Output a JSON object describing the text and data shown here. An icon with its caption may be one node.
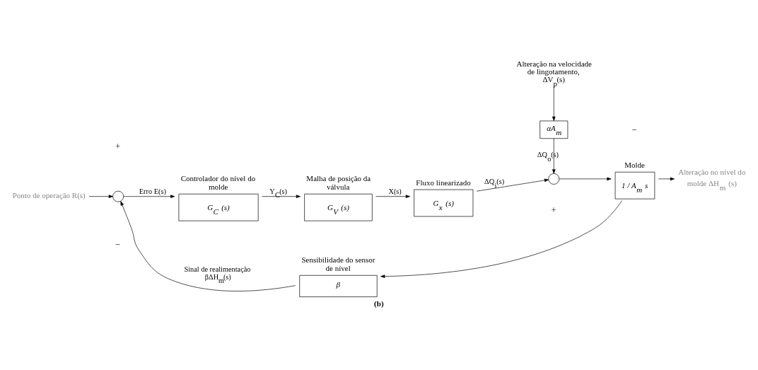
{
  "diagram": {
    "caption": "(b)",
    "nodes": [
      {
        "text": [
          "Alteração na velocidade de lingotamento, ΔV$_{p}$(s)"
        ]
      },
      {
        "text": [
          "αA$_{m}$"
        ]
      },
      {
        "text": [
          "Ponto de operação R(s)"
        ]
      },
      {
        "text": [],
        "shape": "circle"
      },
      {
        "text": [
          "G$_{C}$ (s)"
        ],
        "beside": [
          "Controlador do nível do molde"
        ]
      },
      {
        "text": [
          "G$_{V}$ (s)"
        ],
        "beside": [
          "Malha de posição da válvula"
        ]
      },
      {
        "text": [
          "G$_{x}$ (s)"
        ],
        "beside": [
          "Fluxo linearizado"
        ]
      },
      {
        "text": [],
        "shape": "circle"
      },
      {
        "text": [
          "1 / A$_{m}$ s"
        ],
        "beside": [
          "Molde"
        ]
      },
      {
        "text": [
          "Alteração no nível do molde ΔH$_{m}$ (s)"
        ]
      },
      {
        "text": [
          "β"
        ],
        "beside": [
          "Sensibilidade do sensor de nível"
        ]
      }
    ],
    "edges": [
      {
        "from": 0,
        "to": 1,
        "arrow": "to"
      },
      {
        "from": 2,
        "to": 3,
        "arrow": "to"
      },
      {
        "from": 3,
        "to": 4,
        "arrow": "to",
        "label": "Erro E(s)"
      },
      {
        "from": 4,
        "to": 5,
        "arrow": "to",
        "label": "Y$_{C}$(s)"
      },
      {
        "from": 5,
        "to": 6,
        "arrow": "to",
        "label": "X(s)"
      },
      {
        "from": 6,
        "to": 7,
        "arrow": "to",
        "label": "ΔQ$_{i}$(s)"
      },
      {
        "from": 1,
        "to": 7,
        "arrow": "to",
        "label": "ΔQ$_{o}$(s)"
      },
      {
        "from": 7,
        "to": 8,
        "arrow": "to"
      },
      {
        "from": 8,
        "to": 9,
        "arrow": "to"
      },
      {
        "from": 8,
        "to": 10,
        "arrow": "to"
      },
      {
        "from": 10,
        "to": 3,
        "arrow": "to",
        "label": "Sinal de realimentação βΔH$_{m}$(s)"
      }
    ],
    "labels": [
      "+",
      "−",
      "−",
      "+"
    ]
  }
}
